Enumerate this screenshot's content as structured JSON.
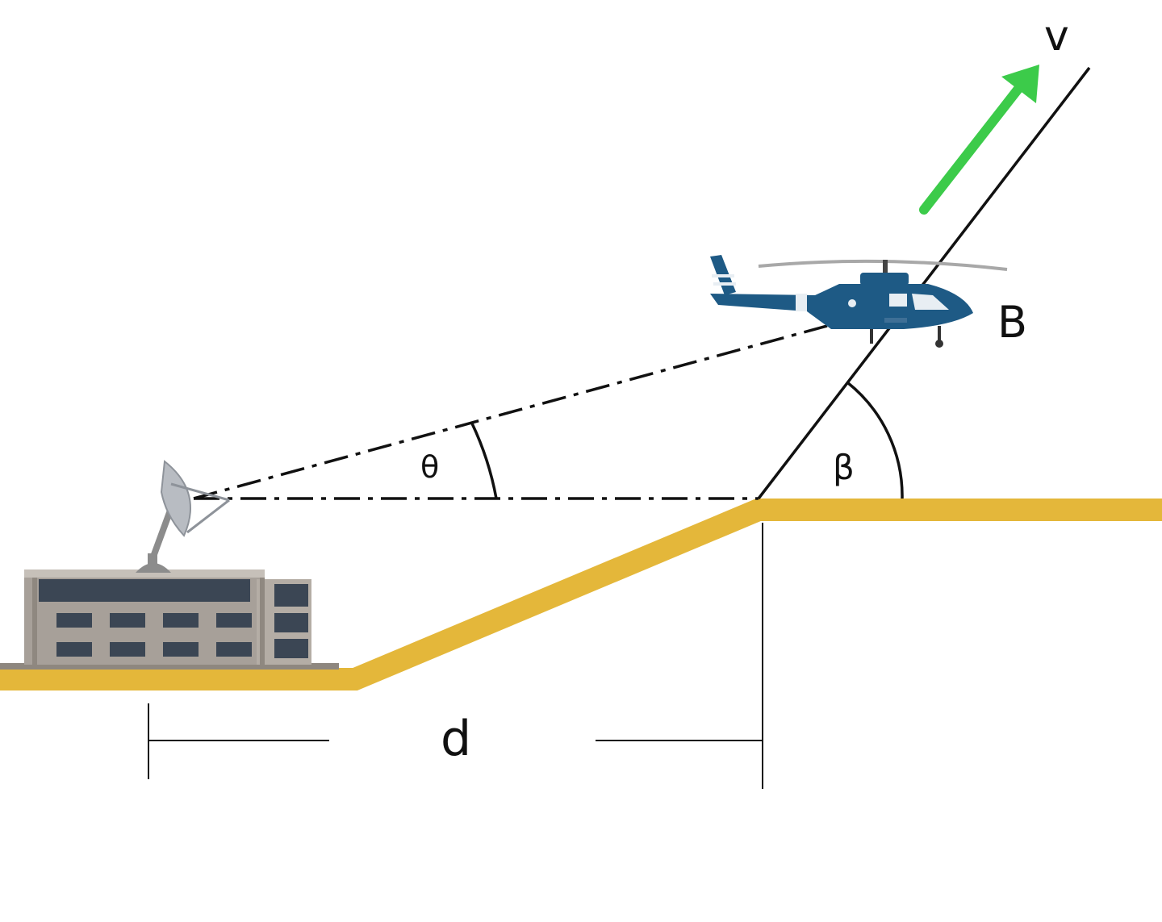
{
  "labels": {
    "velocity": "v",
    "point_b": "B",
    "angle_theta": "θ",
    "angle_beta": "β",
    "distance": "d"
  },
  "colors": {
    "ground": "#E4B73A",
    "arrow": "#3CCB4A",
    "helicopter": "#1E5A85",
    "building": "#A7A099",
    "windows": "#3B4654",
    "lines": "#111111"
  },
  "icons": {
    "building": "building-icon",
    "antenna": "satellite-dish-icon",
    "helicopter": "helicopter-icon"
  }
}
